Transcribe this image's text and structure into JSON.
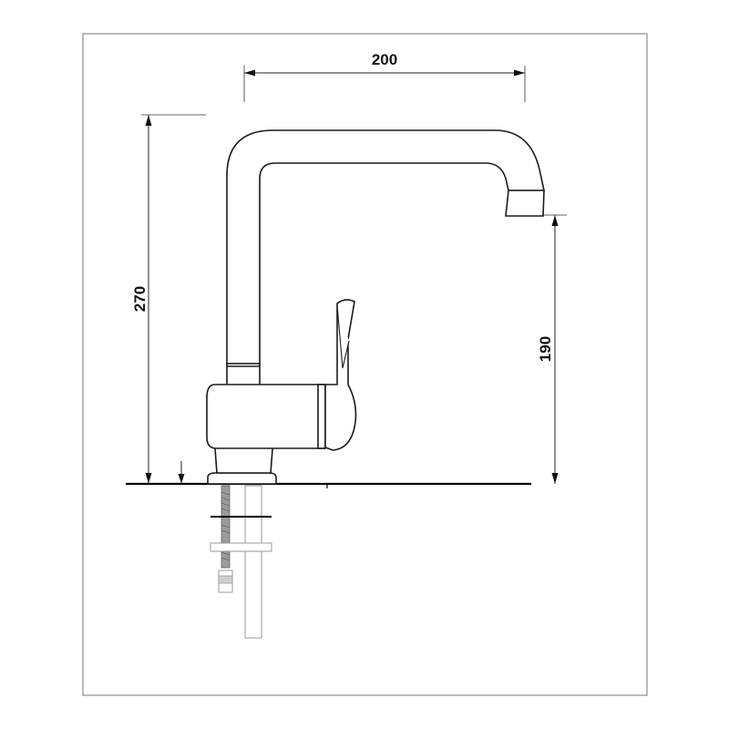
{
  "drawing": {
    "dimensions": {
      "spout_reach": "200",
      "total_height": "270",
      "spout_height": "190"
    }
  }
}
